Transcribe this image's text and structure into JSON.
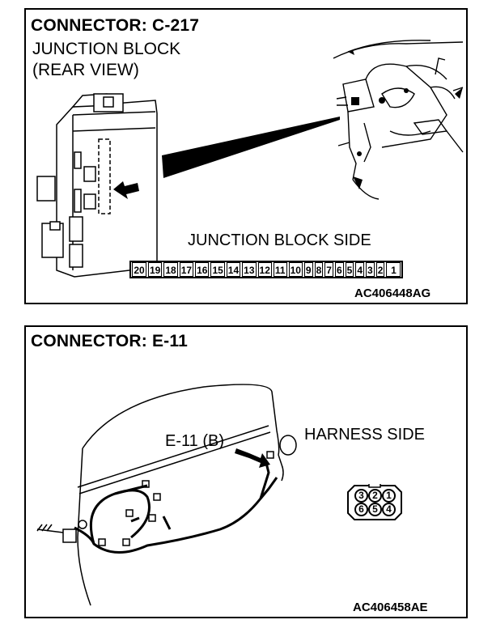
{
  "panel1": {
    "title": "CONNECTOR: C-217",
    "subtitle_line1": "JUNCTION BLOCK",
    "subtitle_line2": "(REAR VIEW)",
    "side_label": "JUNCTION BLOCK SIDE",
    "pins": [
      "20",
      "19",
      "18",
      "17",
      "16",
      "15",
      "14",
      "13",
      "12",
      "11",
      "10",
      "9",
      "8",
      "7",
      "6",
      "5",
      "4",
      "3",
      "2",
      "1"
    ],
    "figure_code": "AC406448AG"
  },
  "panel2": {
    "title": "CONNECTOR: E-11",
    "connector_callout": "E-11 (B)",
    "side_label": "HARNESS SIDE",
    "pins_top": [
      "3",
      "2",
      "1"
    ],
    "pins_bottom": [
      "6",
      "5",
      "4"
    ],
    "figure_code": "AC406458AE"
  }
}
